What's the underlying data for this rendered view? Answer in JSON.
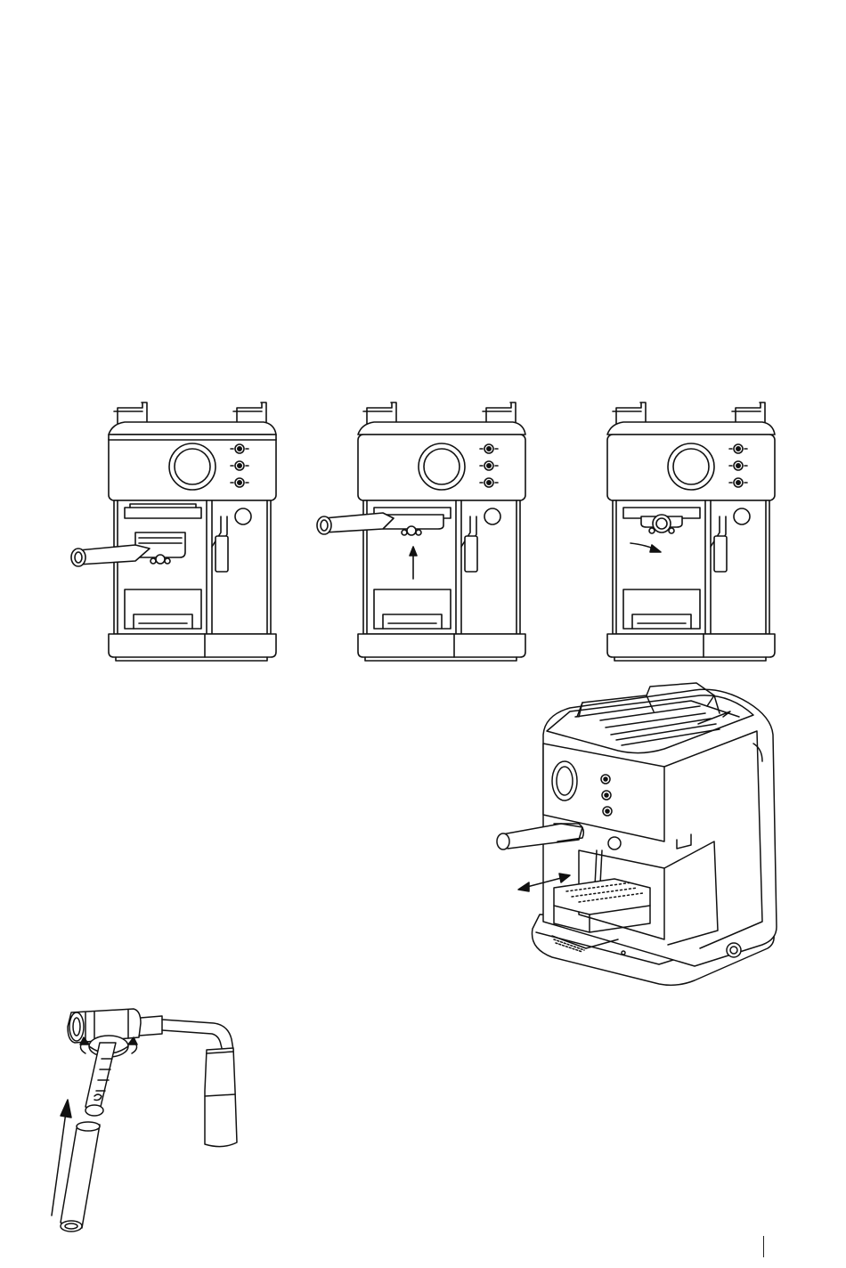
{
  "page": {
    "figures": [
      {
        "id": "front-1",
        "icon": "espresso-machine-front-icon",
        "step": "insert-portafilter"
      },
      {
        "id": "front-2",
        "icon": "espresso-machine-front-icon",
        "step": "push-portafilter-up"
      },
      {
        "id": "front-3",
        "icon": "espresso-machine-front-icon",
        "step": "rotate-portafilter-lock"
      },
      {
        "id": "iso",
        "icon": "espresso-machine-isometric-icon",
        "step": "slide-drip-tray"
      },
      {
        "id": "wand",
        "icon": "steam-wand-icon",
        "step": "attach-frothing-sleeve"
      }
    ],
    "colors": {
      "line": "#111111",
      "fill": "#ffffff",
      "shade": "#d9d9d9"
    }
  }
}
